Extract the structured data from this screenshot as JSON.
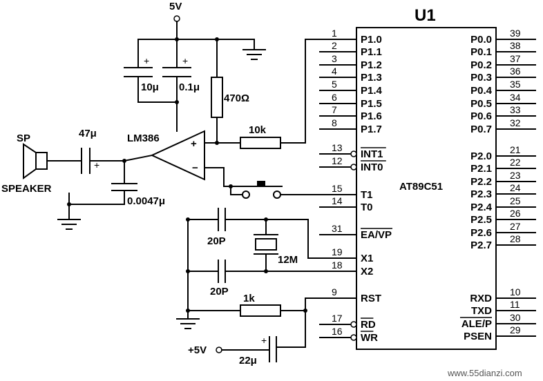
{
  "chip": {
    "ref": "U1",
    "part": "AT89C51",
    "left_pins": [
      {
        "num": "1",
        "name": "P1.0",
        "bar": false
      },
      {
        "num": "2",
        "name": "P1.1",
        "bar": false
      },
      {
        "num": "3",
        "name": "P1.2",
        "bar": false
      },
      {
        "num": "4",
        "name": "P1.3",
        "bar": false
      },
      {
        "num": "5",
        "name": "P1.4",
        "bar": false
      },
      {
        "num": "6",
        "name": "P1.5",
        "bar": false
      },
      {
        "num": "7",
        "name": "P1.6",
        "bar": false
      },
      {
        "num": "8",
        "name": "P1.7",
        "bar": false
      },
      {
        "num": "13",
        "name": "INT1",
        "bar": true
      },
      {
        "num": "12",
        "name": "INT0",
        "bar": true
      },
      {
        "num": "15",
        "name": "T1",
        "bar": false
      },
      {
        "num": "14",
        "name": "T0",
        "bar": false
      },
      {
        "num": "31",
        "name": "EA/VP",
        "bar": true
      },
      {
        "num": "19",
        "name": "X1",
        "bar": false
      },
      {
        "num": "18",
        "name": "X2",
        "bar": false
      },
      {
        "num": "9",
        "name": "RST",
        "bar": false
      },
      {
        "num": "17",
        "name": "RD",
        "bar": true
      },
      {
        "num": "16",
        "name": "WR",
        "bar": true
      }
    ],
    "right_pins": [
      {
        "num": "39",
        "name": "P0.0",
        "bar": false
      },
      {
        "num": "38",
        "name": "P0.1",
        "bar": false
      },
      {
        "num": "37",
        "name": "P0.2",
        "bar": false
      },
      {
        "num": "36",
        "name": "P0.3",
        "bar": false
      },
      {
        "num": "35",
        "name": "P0.4",
        "bar": false
      },
      {
        "num": "34",
        "name": "P0.5",
        "bar": false
      },
      {
        "num": "33",
        "name": "P0.6",
        "bar": false
      },
      {
        "num": "32",
        "name": "P0.7",
        "bar": false
      },
      {
        "num": "21",
        "name": "P2.0",
        "bar": false
      },
      {
        "num": "22",
        "name": "P2.1",
        "bar": false
      },
      {
        "num": "23",
        "name": "P2.2",
        "bar": false
      },
      {
        "num": "24",
        "name": "P2.3",
        "bar": false
      },
      {
        "num": "25",
        "name": "P2.4",
        "bar": false
      },
      {
        "num": "26",
        "name": "P2.5",
        "bar": false
      },
      {
        "num": "27",
        "name": "P2.6",
        "bar": false
      },
      {
        "num": "28",
        "name": "P2.7",
        "bar": false
      },
      {
        "num": "10",
        "name": "RXD",
        "bar": false
      },
      {
        "num": "11",
        "name": "TXD",
        "bar": false
      },
      {
        "num": "30",
        "name": "ALE/P",
        "bar": true
      },
      {
        "num": "29",
        "name": "PSEN",
        "bar": false
      }
    ]
  },
  "labels": {
    "vcc_top": "5V",
    "cap_10u": "10μ",
    "cap_01u": "0.1μ",
    "res_470": "470Ω",
    "res_10k": "10k",
    "amp": "LM386",
    "amp_plus": "+",
    "amp_minus": "−",
    "sp": "SP",
    "speaker": "SPEAKER",
    "cap_47u": "47μ",
    "cap_0047u": "0.0047μ",
    "cap_20p_a": "20P",
    "cap_20p_b": "20P",
    "crystal": "12M",
    "res_1k": "1k",
    "vcc_bottom": "+5V",
    "cap_22u": "22μ",
    "plus": "+",
    "watermark": "www.55dianzi.com"
  }
}
